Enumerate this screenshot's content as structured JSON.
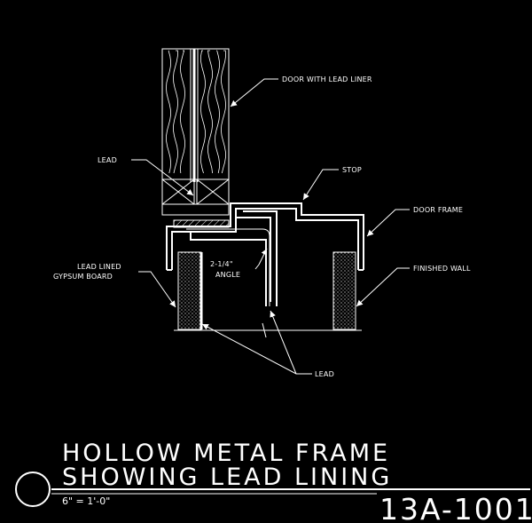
{
  "drawing": {
    "callouts": {
      "door_with_lead_liner": "DOOR WITH LEAD LINER",
      "lead_top": "LEAD",
      "stop": "STOP",
      "door_frame": "DOOR FRAME",
      "lead_lined_line1": "LEAD LINED",
      "lead_lined_line2": "GYPSUM BOARD",
      "angle_line1": "2-1/4\"",
      "angle_line2": "ANGLE",
      "finished_wall": "FINISHED WALL",
      "lead_bottom": "LEAD"
    },
    "title_line1": "HOLLOW METAL FRAME",
    "title_line2": "SHOWING LEAD LINING",
    "scale": "6\" = 1'-0\"",
    "detail_number": "13A-1001"
  }
}
